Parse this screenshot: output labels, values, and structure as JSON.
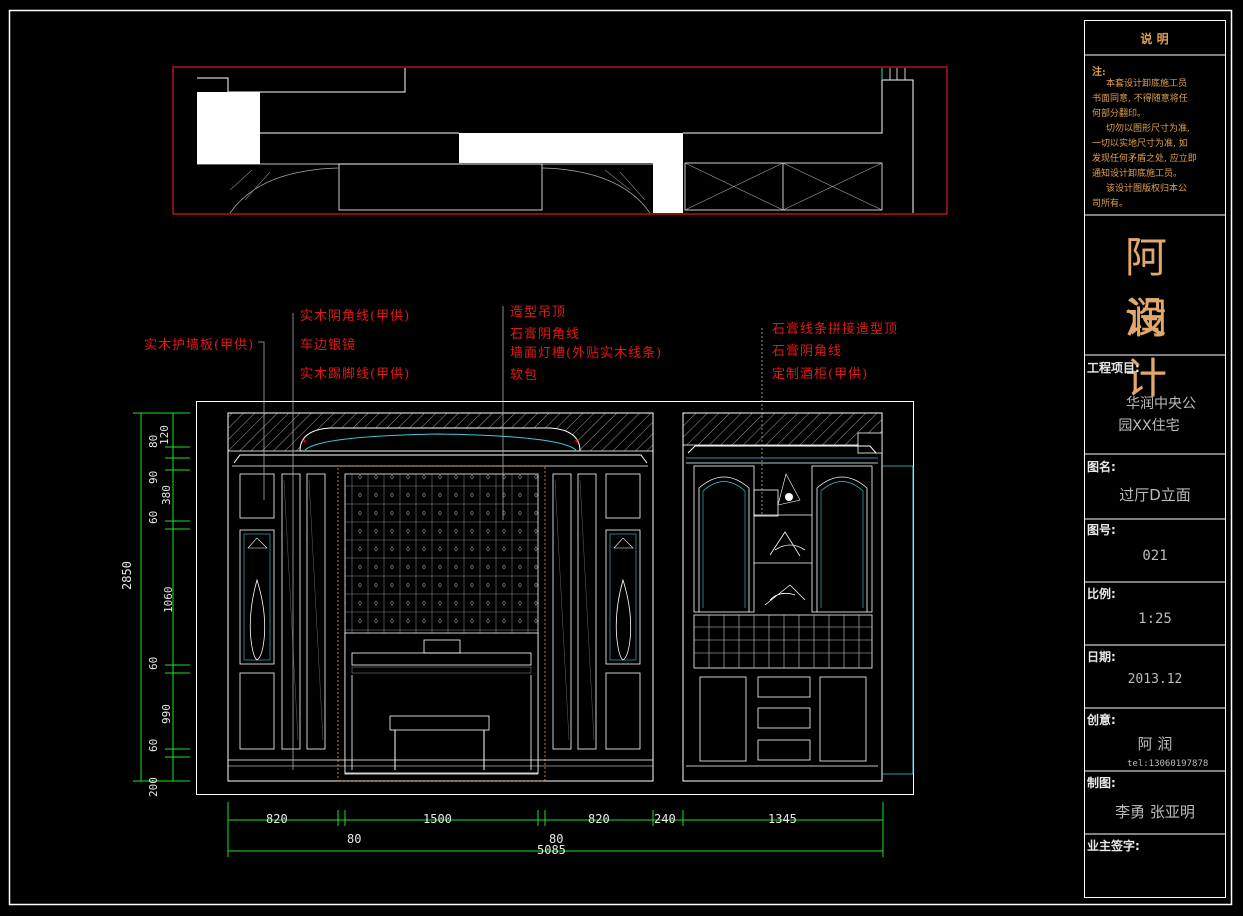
{
  "title_block": {
    "header": "说  明",
    "note_title": "注:",
    "note_lines": [
      "本套设计卸底施工员",
      "书面同意, 不得随意将任",
      "何部分翻印。",
      "切勿以图形尺寸为准,",
      "一切以实地尺寸为准, 如",
      "发现任何矛盾之处, 应立即",
      "通知设计卸底施工员。",
      "该设计图版权归本公",
      "司所有。"
    ],
    "company_line1": "阿 润",
    "company_line2": "设 计",
    "project_label": "工程项目:",
    "project_value_1": "华润中央公",
    "project_value_2": "园XX住宅",
    "drawing_name_label": "图名:",
    "drawing_name_value": "过厅D立面",
    "drawing_no_label": "图号:",
    "drawing_no_value": "021",
    "scale_label": "比例:",
    "scale_value": "1:25",
    "date_label": "日期:",
    "date_value": "2013.12",
    "creative_label": "创意:",
    "creative_value": "阿 润",
    "creative_tel": "tel:13060197878",
    "drafter_label": "制图:",
    "drafter_value": "李勇 张亚明",
    "owner_sign_label": "业主签字:"
  },
  "annotations": {
    "wood_wall_panel": "实木护墙板(甲供)",
    "wood_corner_line": "实木阴角线(甲供)",
    "bevel_mirror": "车边银镜",
    "wood_skirting": "实木踢脚线(甲供)",
    "ceiling": "造型吊顶",
    "gypsum_corner": "石膏阴角线",
    "wall_light_slot": "墙面灯槽(外贴实木线条)",
    "soft_pack": "软包",
    "gypsum_strip_ceiling": "石膏线条拼接造型顶",
    "gypsum_corner_2": "石膏阴角线",
    "custom_wine_cabinet": "定制酒柜(甲供)"
  },
  "dimensions": {
    "horizontal": [
      "820",
      "80",
      "1500",
      "80",
      "820",
      "240",
      "1345"
    ],
    "horizontal_total": "5085",
    "vertical_total": "2850",
    "vertical": [
      "120",
      "80",
      "90",
      "380",
      "60",
      "1060",
      "60",
      "990",
      "60",
      "200"
    ]
  },
  "colors": {
    "background": "#000000",
    "frame": "#ffffff",
    "red_line": "#e01818",
    "dim_green": "#20e020",
    "cyan": "#40c8d8",
    "title_orange": "#e0a050"
  }
}
